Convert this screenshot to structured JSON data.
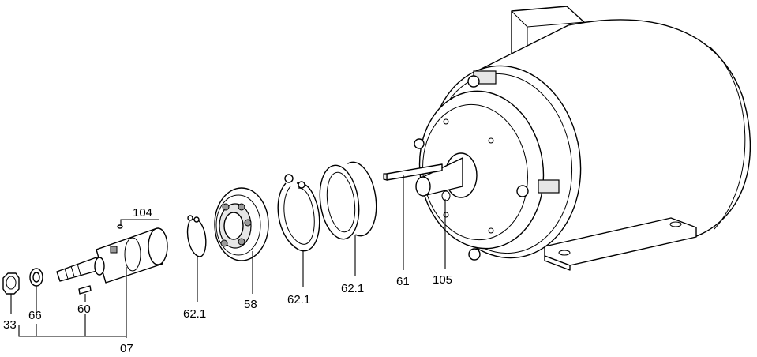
{
  "labels": {
    "c104": "104",
    "c33": "33",
    "c66": "66",
    "c60": "60",
    "c07": "07",
    "c62_1_a": "62.1",
    "c58": "58",
    "c62_1_b": "62.1",
    "c62_1_c": "62.1",
    "c61": "61",
    "c105": "105"
  }
}
